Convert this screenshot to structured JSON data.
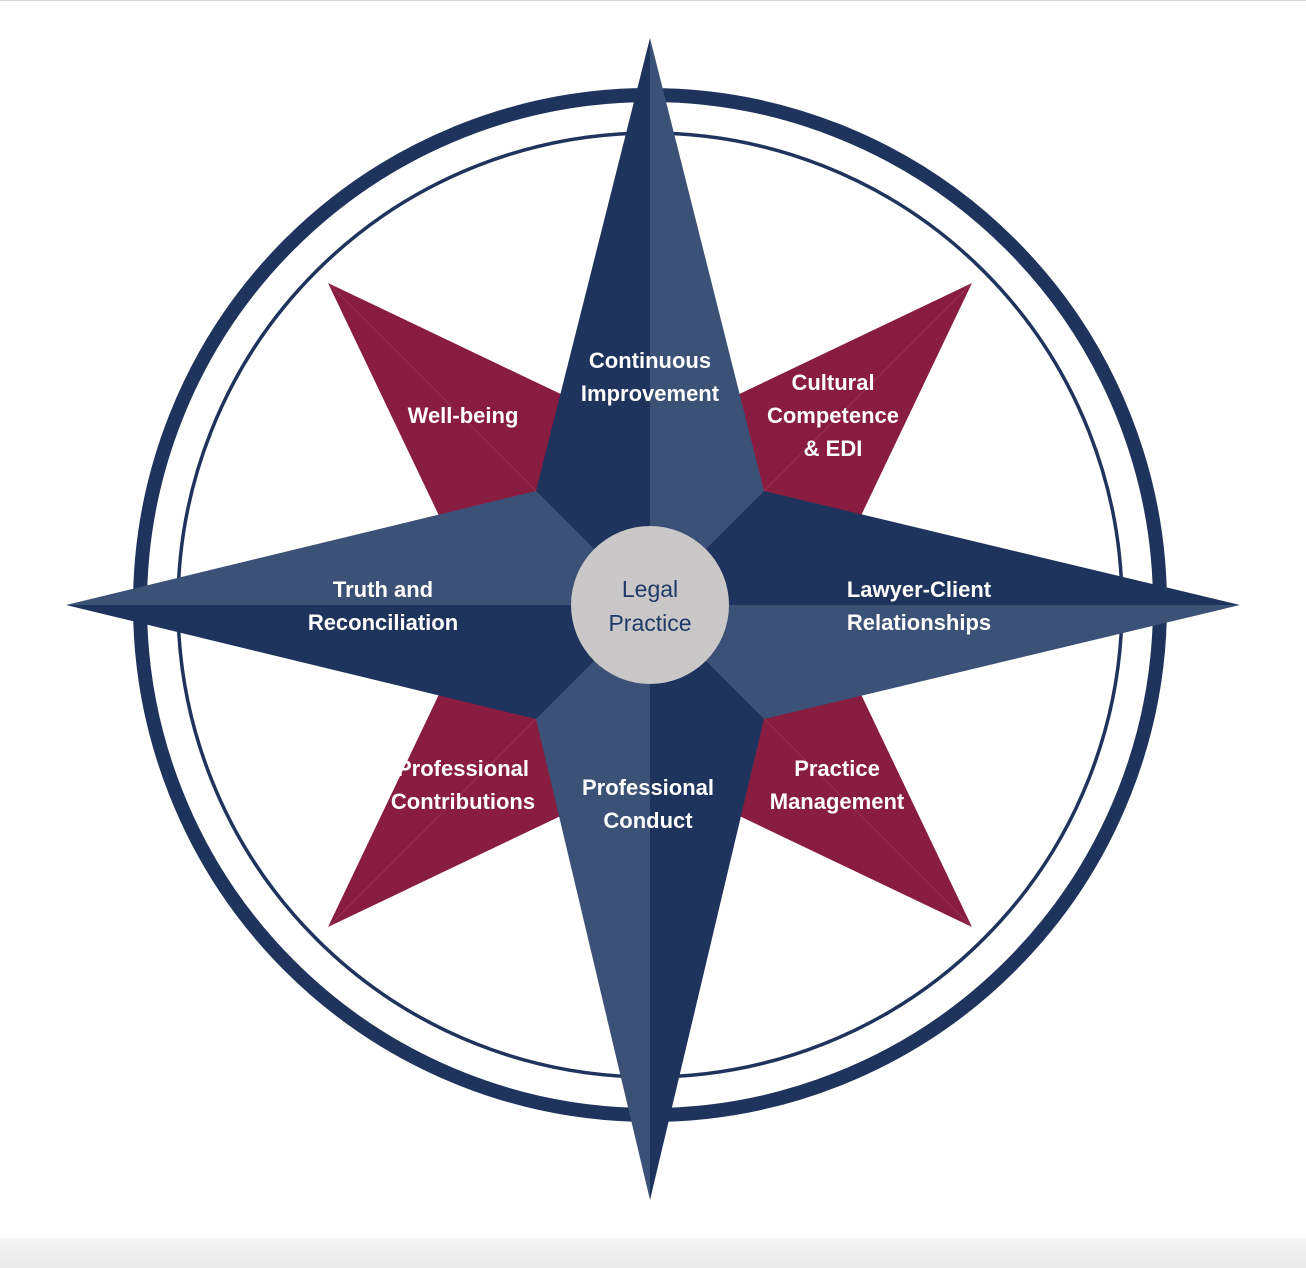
{
  "colors": {
    "navy_dark": "#1f345c",
    "navy_light": "#3c5176",
    "maroon_dark": "#741536",
    "maroon_light": "#891c41",
    "center_fill": "#c9c7c8",
    "center_text": "#1f3a66",
    "label_text": "#ffffff"
  },
  "center": {
    "line1": "Legal",
    "line2": "Practice"
  },
  "north": {
    "line1": "Continuous",
    "line2": "Improvement"
  },
  "south": {
    "line1": "Professional",
    "line2": "Conduct"
  },
  "west": {
    "line1": "Truth and",
    "line2": "Reconciliation"
  },
  "east": {
    "line1": "Lawyer-Client",
    "line2": "Relationships"
  },
  "northwest": {
    "line1": "Well-being"
  },
  "northeast": {
    "line1": "Cultural",
    "line2": "Competence",
    "line3": "& EDI"
  },
  "southwest": {
    "line1": "Professional",
    "line2": "Contributions"
  },
  "southeast": {
    "line1": "Practice",
    "line2": "Management"
  }
}
